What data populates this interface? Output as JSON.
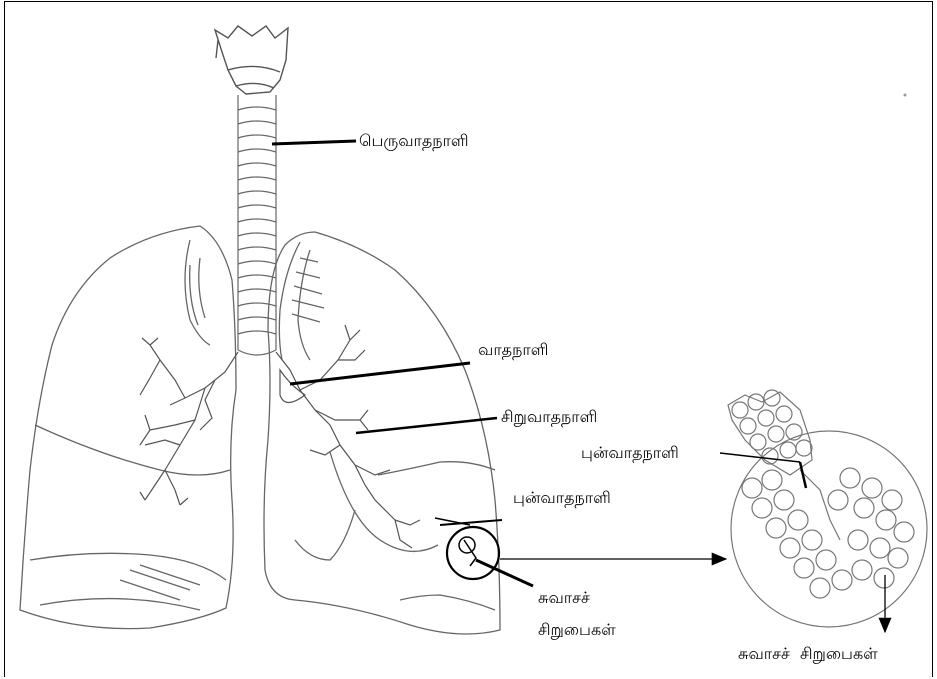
{
  "labels": {
    "trachea": "பெருவாதநாளி",
    "bronchus": "வாதநாளி",
    "bronchiole": "சிறுவாதநாளி",
    "terminal_bronchiole": "புன்வாதநாளி",
    "alveoli_line1": "சுவாசச்",
    "alveoli_line2": "சிறுபைகள்",
    "zoom_bronchiole": "புன்வாதநாளி",
    "zoom_alveoli": "சுவாசச்  சிறுபைகள்"
  }
}
